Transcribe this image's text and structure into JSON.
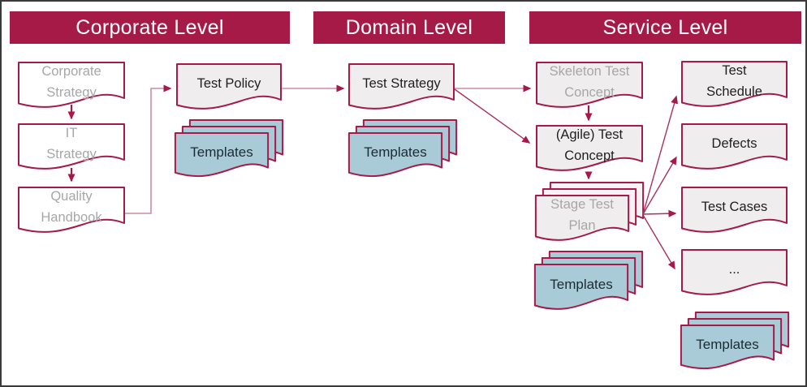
{
  "headers": {
    "corporate": "Corporate Level",
    "domain": "Domain Level",
    "service": "Service Level"
  },
  "docs": {
    "corporate_strategy": "Corporate\nStrategy",
    "it_strategy": "IT\nStrategy",
    "quality_handbook": "Quality\nHandbook",
    "test_policy": "Test Policy",
    "templates_corporate": "Templates",
    "test_strategy": "Test Strategy",
    "templates_domain": "Templates",
    "skeleton_test_concept": "Skeleton Test\nConcept",
    "agile_test_concept": "(Agile) Test\nConcept",
    "stage_test_plan": "Stage Test\nPlan",
    "templates_service": "Templates",
    "test_schedule": "Test\nSchedule",
    "defects": "Defects",
    "test_cases": "Test Cases",
    "more": "...",
    "templates_service_right": "Templates"
  },
  "colors": {
    "accent_crimson": "#A51A47",
    "template_blue": "#A9CBD7",
    "document_gray_fill": "#EFEDEE",
    "document_white_fill": "#FFFFFF",
    "muted_text": "#A7A7A7",
    "dark_text": "#1F1F1F",
    "templates_text": "#1C2B33",
    "pale_connector": "#CE8CA3",
    "frame_border": "#3A3A3A"
  }
}
